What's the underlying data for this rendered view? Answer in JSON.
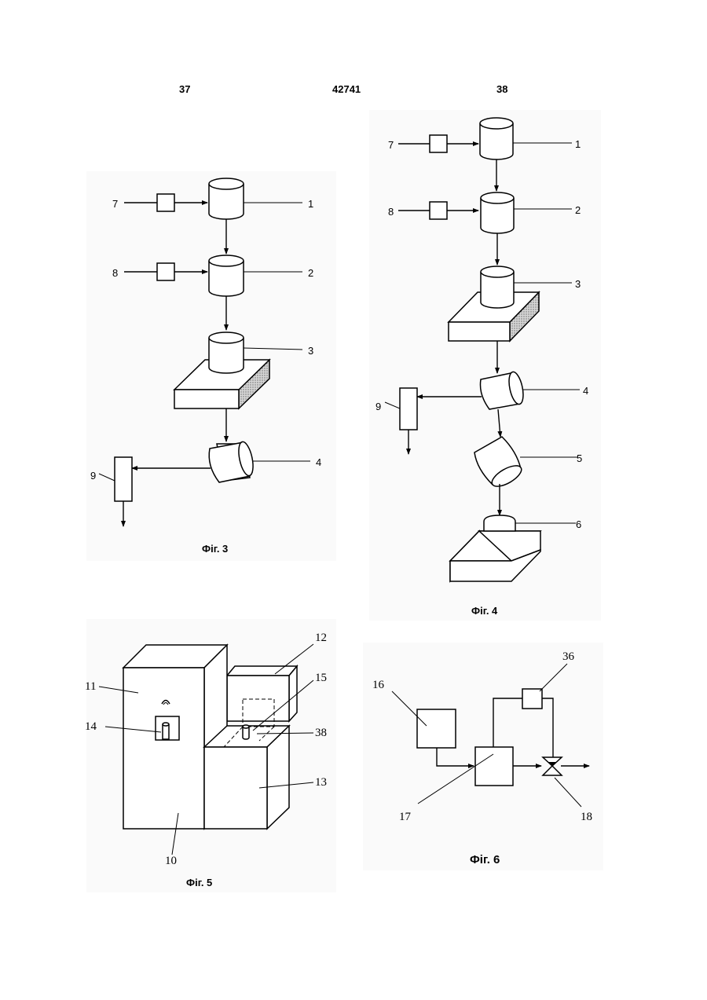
{
  "header": {
    "page_left": "37",
    "patent_number": "42741",
    "page_right": "38"
  },
  "fig3": {
    "caption": "Фіг. 3",
    "labels": {
      "l1": "1",
      "l2": "2",
      "l3": "3",
      "l4": "4",
      "l7": "7",
      "l8": "8",
      "l9": "9"
    }
  },
  "fig4": {
    "caption": "Фіг. 4",
    "labels": {
      "l1": "1",
      "l2": "2",
      "l3": "3",
      "l4": "4",
      "l5": "5",
      "l6": "6",
      "l7": "7",
      "l8": "8",
      "l9": "9"
    }
  },
  "fig5": {
    "caption": "Фіг. 5",
    "labels": {
      "l10": "10",
      "l11": "11",
      "l12": "12",
      "l13": "13",
      "l14": "14",
      "l15": "15",
      "l38": "38"
    }
  },
  "fig6": {
    "caption": "Фіг. 6",
    "labels": {
      "l16": "16",
      "l17": "17",
      "l18": "18",
      "l36": "36"
    }
  }
}
